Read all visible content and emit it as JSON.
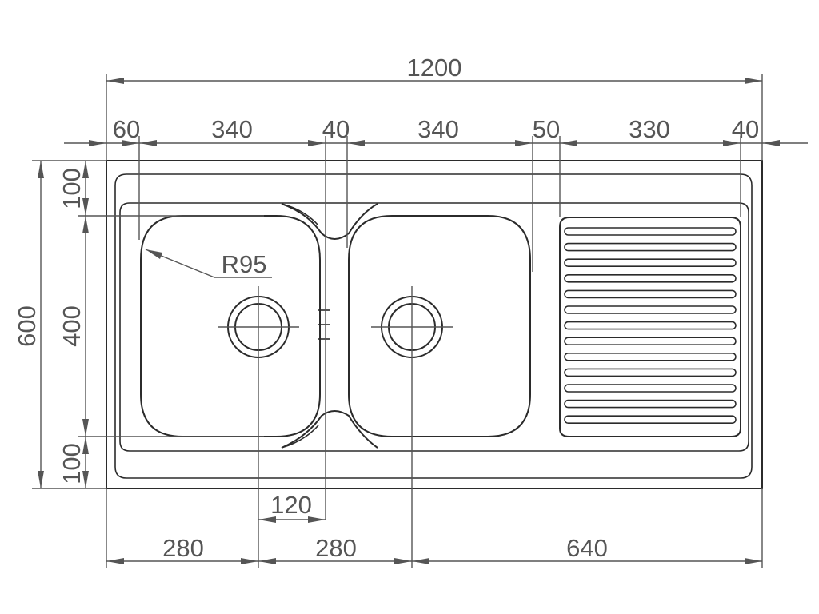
{
  "diagram": {
    "line_color": "#555555",
    "outline_color": "#2b2b2b",
    "background": "#ffffff",
    "dimensions": {
      "overall_width": "1200",
      "top_segments": [
        "60",
        "340",
        "40",
        "340",
        "50",
        "330",
        "40"
      ],
      "overall_height": "600",
      "left_segments": [
        "100",
        "400",
        "100"
      ],
      "radius": "R95",
      "center_spacing": "120",
      "bottom_segments": [
        "280",
        "280",
        "640"
      ]
    }
  }
}
